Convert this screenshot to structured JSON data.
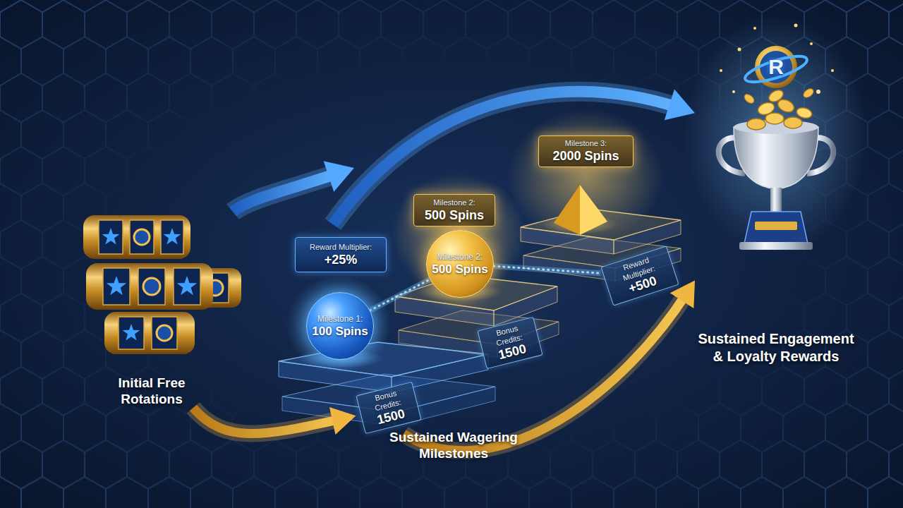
{
  "diagram": {
    "nodes": [
      {
        "text": [
          "Initial Free Rotations"
        ]
      },
      {
        "text": [
          "Reward Multiplier:",
          "+25%"
        ]
      },
      {
        "text": [
          "Milestone 1:",
          "100 Spins"
        ]
      },
      {
        "text": [
          "Bonus Credits:",
          "1500"
        ]
      },
      {
        "text": [
          "Milestone 2:",
          "500 Spins"
        ]
      },
      {
        "text": [
          "Milestone 2:",
          "500 Spins"
        ]
      },
      {
        "text": [
          "Bonus Credits:",
          "1500"
        ]
      },
      {
        "text": [
          "Milestone 3:",
          "2000 Spins"
        ]
      },
      {
        "text": [
          "Reward Multiplier:",
          "+500"
        ]
      },
      {
        "text": [
          "Sustained Engagement & Loyalty Rewards"
        ]
      }
    ],
    "edges": [
      {
        "from": 0,
        "to": 9,
        "arrow": "to"
      },
      {
        "from": 0,
        "to": 3,
        "arrow": "to"
      },
      {
        "from": 3,
        "to": 9,
        "arrow": "to"
      },
      {
        "from": 2,
        "to": 5,
        "arrow": "none"
      },
      {
        "from": 5,
        "to": 8,
        "arrow": "none"
      }
    ],
    "labels": [
      "Sustained Wagering Milestones",
      "R"
    ]
  }
}
